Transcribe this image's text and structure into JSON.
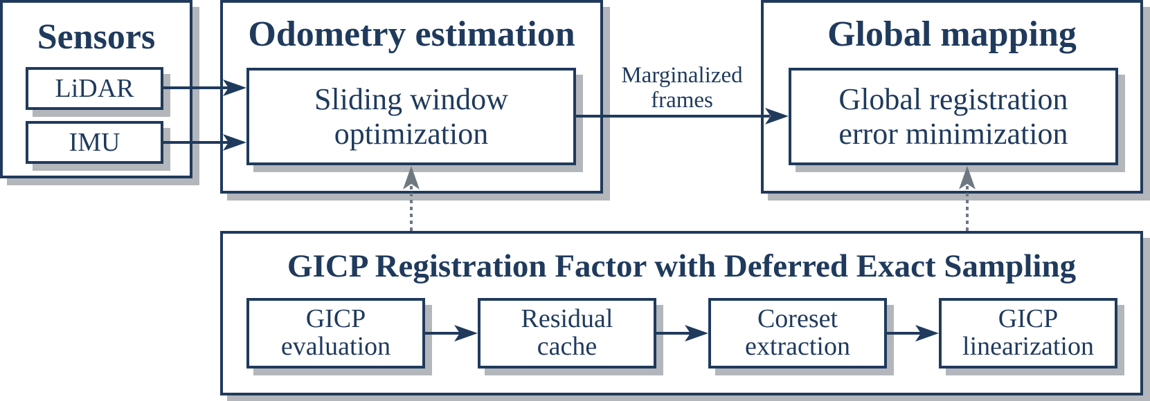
{
  "sensors": {
    "title": "Sensors",
    "lidar": "LiDAR",
    "imu": "IMU"
  },
  "odometry": {
    "title": "Odometry estimation",
    "sliding_line1": "Sliding window",
    "sliding_line2": "optimization"
  },
  "edge_label": {
    "line1": "Marginalized",
    "line2": "frames"
  },
  "global_mapping": {
    "title": "Global mapping",
    "line1": "Global registration",
    "line2": "error minimization"
  },
  "gicp_factor": {
    "title": "GICP Registration Factor with Deferred Exact Sampling",
    "steps": [
      {
        "line1": "GICP",
        "line2": "evaluation"
      },
      {
        "line1": "Residual",
        "line2": "cache"
      },
      {
        "line1": "Coreset",
        "line2": "extraction"
      },
      {
        "line1": "GICP",
        "line2": "linearization"
      }
    ]
  },
  "colors": {
    "primary": "#1f3a5c",
    "shadow": "#b3b6ba",
    "dotted_arrow": "#6e7880"
  }
}
